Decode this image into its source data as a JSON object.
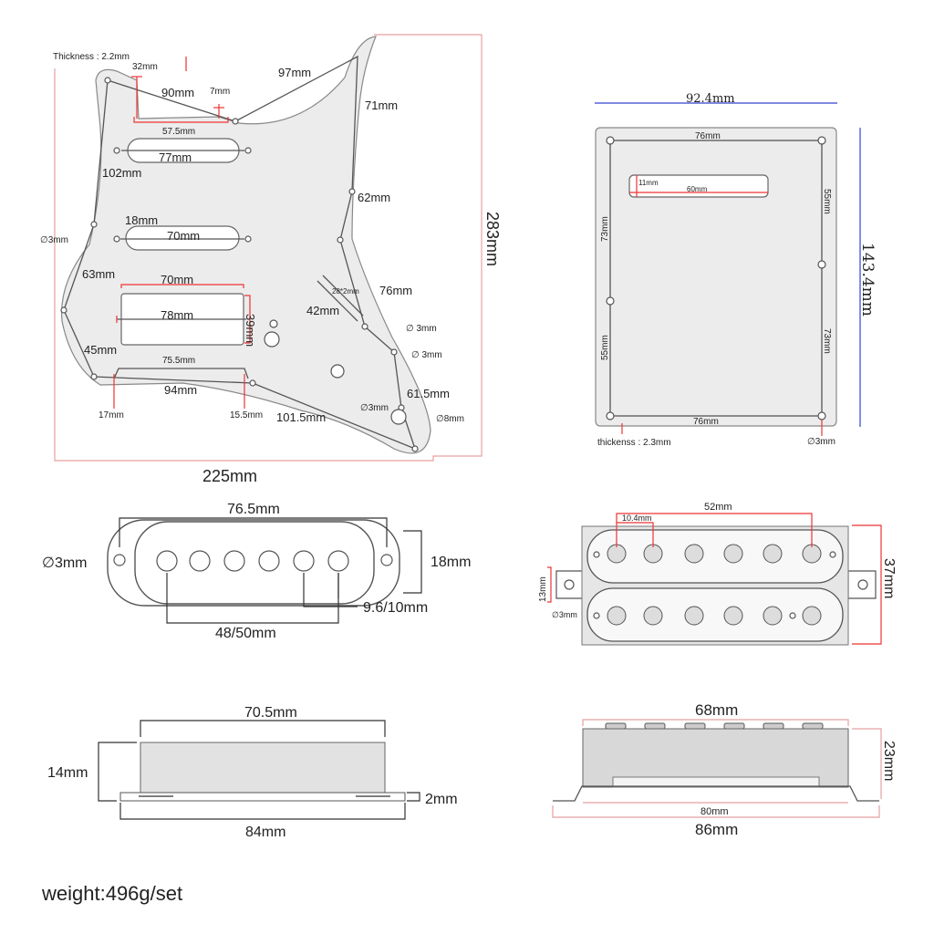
{
  "pickguard": {
    "thickness": "Thickness : 2.2mm",
    "d32": "32mm",
    "d90": "90mm",
    "d7": "7mm",
    "d97": "97mm",
    "d71": "71mm",
    "d57_5": "57.5mm",
    "d77": "77mm",
    "d102": "102mm",
    "d62": "62mm",
    "d18": "18mm",
    "d70_mid": "70mm",
    "hole_left": "∅3mm",
    "d63": "63mm",
    "d70_hum": "70mm",
    "d28x2": "28*2mm",
    "d76": "76mm",
    "d39": "39mm",
    "d78": "78mm",
    "d42": "42mm",
    "hole_r1": "∅ 3mm",
    "d45": "45mm",
    "hole_r2": "∅ 3mm",
    "d75_5": "75.5mm",
    "d94": "94mm",
    "hole_r3": "∅3mm",
    "d61_5": "61.5mm",
    "d17": "17mm",
    "d15_5": "15.5mm",
    "d101_5": "101.5mm",
    "hole_jack": "∅8mm",
    "height": "283mm",
    "width": "225mm"
  },
  "backplate": {
    "width": "92.4mm",
    "height": "143.4mm",
    "top": "76mm",
    "bottom": "76mm",
    "slot_h": "11mm",
    "slot_w": "60mm",
    "left_top": "73mm",
    "left_bottom": "55mm",
    "right_top": "55mm",
    "right_bottom": "73mm",
    "thickness": "thickenss : 2.3mm",
    "hole": "∅3mm"
  },
  "single_top": {
    "length": "76.5mm",
    "hole": "∅3mm",
    "width": "18mm",
    "pole_gap": "9.6/10mm",
    "pole_span": "48/50mm"
  },
  "humbucker_top": {
    "pole_span": "52mm",
    "pole_gap": "10.4mm",
    "length": "37mm",
    "tab": "13mm",
    "hole": "∅3mm"
  },
  "single_side": {
    "top": "70.5mm",
    "height": "14mm",
    "base": "2mm",
    "bottom": "84mm"
  },
  "humbucker_side": {
    "top": "68mm",
    "height": "23mm",
    "inner": "80mm",
    "bottom": "86mm"
  },
  "weight": "weight:496g/set"
}
